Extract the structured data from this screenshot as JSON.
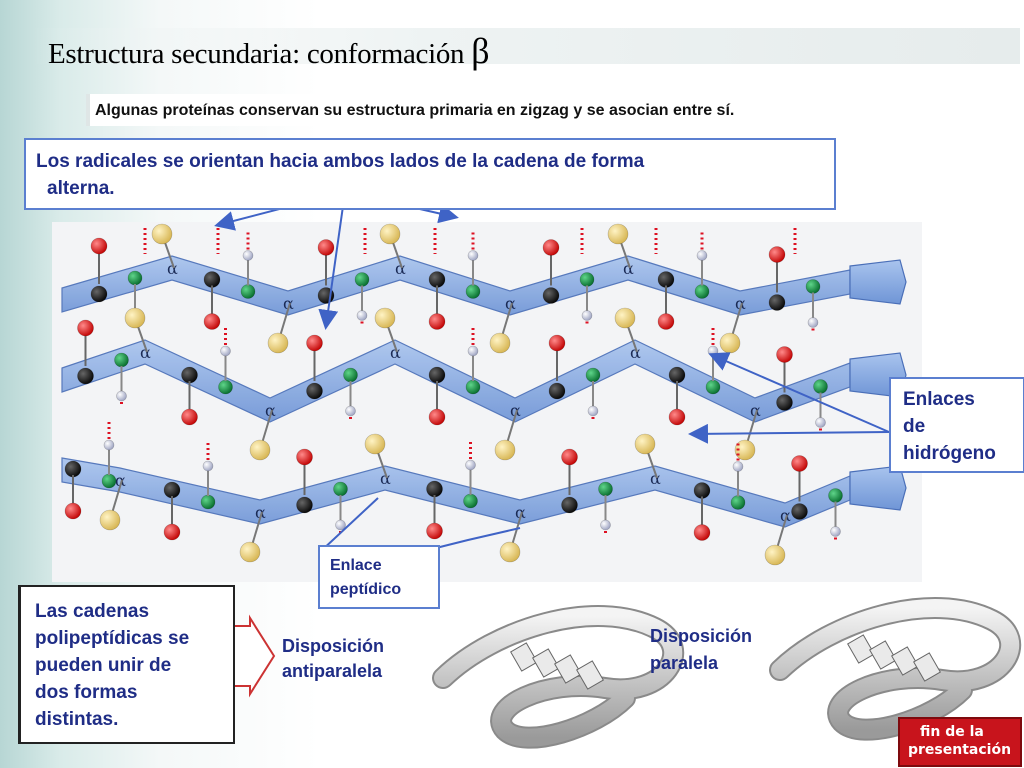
{
  "title": "Estructura secundaria: conformación",
  "title_symbol": "β",
  "subtitle": "Algunas proteínas conservan su estructura primaria en zigzag y se asocian entre sí.",
  "top_callout": {
    "line1": "Los radicales se orientan hacia ambos lados de la cadena de forma",
    "line2": "alterna."
  },
  "hydrogen_callout": {
    "line1": "Enlaces",
    "line2": "de",
    "line3": "hidrógeno"
  },
  "peptide_callout": {
    "line1": "Enlace",
    "line2": "peptídico"
  },
  "alpha_label": "α",
  "bottom_left": {
    "line1": "Las cadenas",
    "line2": "polipeptídicas se",
    "line3": "pueden unir de",
    "line4": "dos formas",
    "line5": "distintas."
  },
  "antiparallel_label": {
    "line1": "Disposición",
    "line2": "antiparalela"
  },
  "parallel_label": {
    "line1": "Disposición",
    "line2": "paralela"
  },
  "fin_button": {
    "line1": "fin de la",
    "line2": "presentación"
  },
  "colors": {
    "callout_text": "#1f2d86",
    "callout_border": "#5b7fd0",
    "strand_fill": "#7ea6e0",
    "oxygen": "#e00000",
    "nitrogen": "#0a8a3a",
    "carbon": "#111111",
    "side_chain": "#ead27a",
    "hydrogen": "#c9cde0",
    "fin_button": "#c8141c"
  }
}
